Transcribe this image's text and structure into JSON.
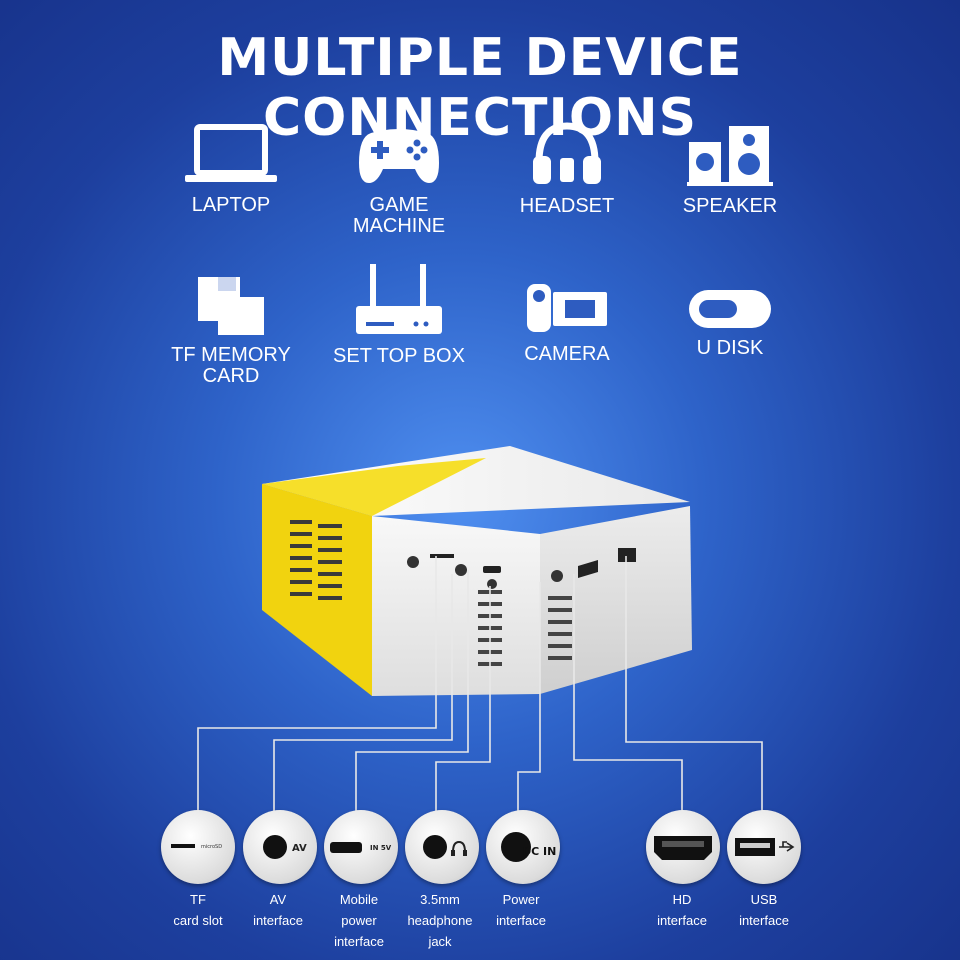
{
  "title": "MULTIPLE DEVICE CONNECTIONS",
  "devices": [
    {
      "lines": [
        "LAPTOP"
      ],
      "icon": "laptop-icon"
    },
    {
      "lines": [
        "GAME",
        "MACHINE"
      ],
      "icon": "gamepad-icon"
    },
    {
      "lines": [
        "HEADSET"
      ],
      "icon": "headset-icon"
    },
    {
      "lines": [
        "SPEAKER"
      ],
      "icon": "speaker-icon"
    },
    {
      "lines": [
        "TF MEMORY",
        "CARD"
      ],
      "icon": "sd-card-icon"
    },
    {
      "lines": [
        "SET TOP BOX"
      ],
      "icon": "router-icon"
    },
    {
      "lines": [
        "CAMERA"
      ],
      "icon": "camera-icon"
    },
    {
      "lines": [
        "U DISK"
      ],
      "icon": "usb-drive-icon"
    }
  ],
  "ports": [
    {
      "lines": [
        "TF",
        "card slot"
      ],
      "glyph": "microSD",
      "icon": "tf-slot-icon"
    },
    {
      "lines": [
        "AV",
        "interface"
      ],
      "glyph": "AV",
      "icon": "av-jack-icon"
    },
    {
      "lines": [
        "Mobile",
        "power",
        "interface"
      ],
      "glyph": "IN 5V",
      "icon": "micro-usb-icon"
    },
    {
      "lines": [
        "3.5mm",
        "headphone",
        "jack"
      ],
      "glyph": "",
      "icon": "headphone-jack-icon"
    },
    {
      "lines": [
        "Power",
        "interface"
      ],
      "glyph": "DC IN",
      "icon": "dc-jack-icon"
    },
    {
      "lines": [
        "HD",
        "interface"
      ],
      "glyph": "",
      "icon": "hdmi-port-icon"
    },
    {
      "lines": [
        "USB",
        "interface"
      ],
      "glyph": "",
      "icon": "usb-port-icon"
    }
  ],
  "colors": {
    "background": "#2e63c9",
    "projector_yellow": "#f4dc1c",
    "projector_white": "#f2f2f2",
    "line": "#e8e8e8"
  }
}
